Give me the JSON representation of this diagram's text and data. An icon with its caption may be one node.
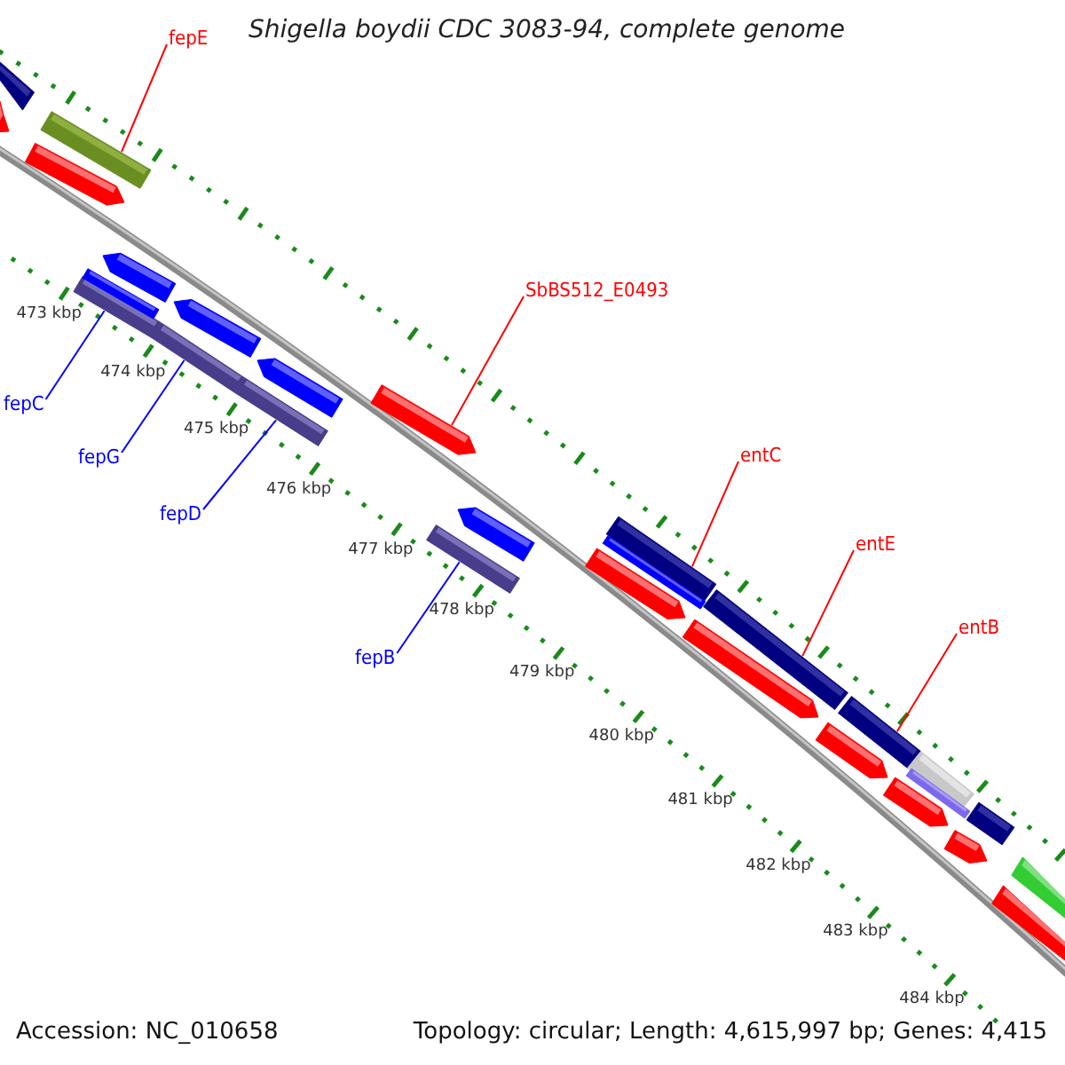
{
  "diagram": {
    "title": "Shigella boydii CDC 3083-94, complete genome",
    "nodes": [
      {
        "text": [
          "fepE"
        ]
      },
      {
        "text": [],
        "shape": "bar"
      },
      {
        "text": [
          "SbBS512_E0493"
        ]
      },
      {
        "text": [],
        "shape": "pentagon"
      },
      {
        "text": [
          "fepC"
        ]
      },
      {
        "text": [],
        "shape": "bar"
      },
      {
        "text": [
          "fepG"
        ]
      },
      {
        "text": [],
        "shape": "bar"
      },
      {
        "text": [
          "fepD"
        ]
      },
      {
        "text": [],
        "shape": "bar"
      },
      {
        "text": [
          "entC"
        ]
      },
      {
        "text": [],
        "shape": "bar"
      },
      {
        "text": [
          "entE"
        ]
      },
      {
        "text": [],
        "shape": "bar"
      },
      {
        "text": [
          "entB"
        ]
      },
      {
        "text": [],
        "shape": "bar"
      },
      {
        "text": [
          "fepB"
        ]
      },
      {
        "text": [],
        "shape": "bar"
      },
      {
        "text": [],
        "shape": "pentagon"
      },
      {
        "text": [],
        "shape": "bar"
      },
      {
        "text": [],
        "shape": "pentagon"
      },
      {
        "text": [],
        "shape": "pentagon"
      },
      {
        "text": [],
        "shape": "pentagon"
      },
      {
        "text": [],
        "shape": "pentagon"
      },
      {
        "text": [],
        "shape": "bar"
      },
      {
        "text": [],
        "shape": "pentagon"
      },
      {
        "text": [],
        "shape": "bar"
      },
      {
        "text": [],
        "shape": "bar"
      },
      {
        "text": [],
        "shape": "bar"
      },
      {
        "text": [],
        "shape": "bar"
      },
      {
        "text": [],
        "shape": "pentagon"
      },
      {
        "text": [],
        "shape": "pentagon"
      },
      {
        "text": [],
        "shape": "pentagon"
      },
      {
        "text": [],
        "shape": "pentagon"
      },
      {
        "text": [],
        "shape": "pentagon"
      },
      {
        "text": [],
        "shape": "bar"
      },
      {
        "text": [],
        "shape": "bar"
      }
    ],
    "edges": [
      {
        "from": 0,
        "to": 1,
        "arrow": "none"
      },
      {
        "from": 2,
        "to": 3,
        "arrow": "none"
      },
      {
        "from": 4,
        "to": 5,
        "arrow": "none",
        "color": "#0000ff"
      },
      {
        "from": 6,
        "to": 7,
        "arrow": "none",
        "color": "#0000ff"
      },
      {
        "from": 8,
        "to": 9,
        "arrow": "none",
        "color": "#0000ff"
      },
      {
        "from": 10,
        "to": 11,
        "arrow": "none"
      },
      {
        "from": 12,
        "to": 13,
        "arrow": "none"
      },
      {
        "from": 14,
        "to": 15,
        "arrow": "none"
      },
      {
        "from": 16,
        "to": 17,
        "arrow": "none",
        "color": "#0000ff"
      }
    ],
    "labels": [
      "473 kbp",
      "474 kbp",
      "475 kbp",
      "476 kbp",
      "477 kbp",
      "478 kbp",
      "479 kbp",
      "480 kbp",
      "481 kbp",
      "482 kbp",
      "483 kbp",
      "484 kbp",
      "Accession: NC_010658",
      "Topology: circular; Length: 4,615,997 bp; Genes: 4,415"
    ]
  }
}
